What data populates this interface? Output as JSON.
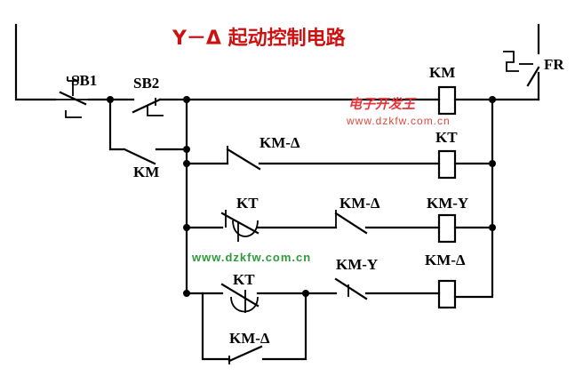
{
  "title": "Y－Δ 起动控制电路",
  "colors": {
    "title": "#cc1111",
    "wire": "#000000",
    "watermark_logo": "#e8343a",
    "watermark_sub": "#d94a3a",
    "watermark_url": "#2e9a3a"
  },
  "labels": {
    "sb1": "SB1",
    "sb2": "SB2",
    "km_hold": "KM",
    "km_coil": "KM",
    "fr": "FR",
    "km_delta_contact1": "KM-Δ",
    "kt_coil": "KT",
    "kt_contact1": "KT",
    "km_delta_contact2": "KM-Δ",
    "km_y_coil": "KM-Y",
    "km_y_contact": "KM-Y",
    "km_delta_coil": "KM-Δ",
    "kt_contact2": "KT",
    "km_delta_hold": "KM-Δ"
  },
  "watermark": {
    "logo": "电子开发王",
    "sub_url": "www.dzkfw.com.cn",
    "url": "www.dzkfw.com.cn"
  }
}
